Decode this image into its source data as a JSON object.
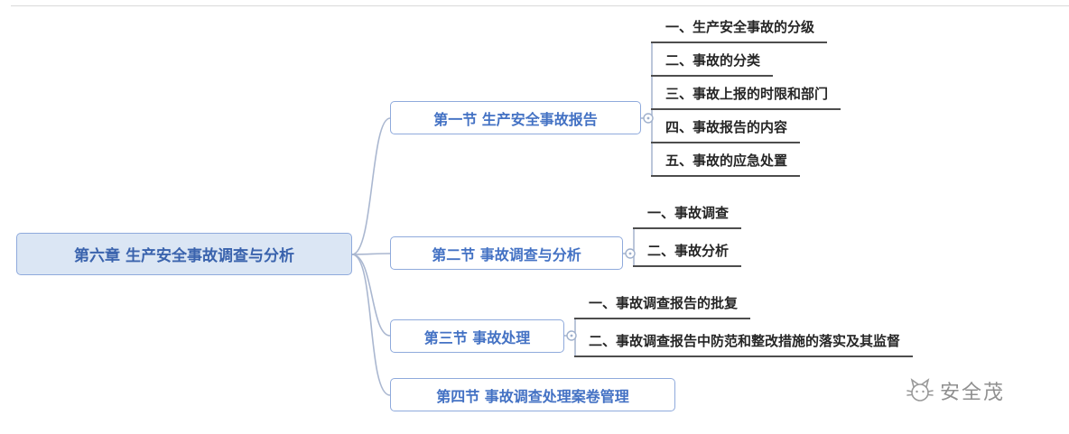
{
  "root": {
    "label": "第六章 生产安全事故调查与分析"
  },
  "branches": [
    {
      "label": "第一节 生产安全事故报告",
      "children": [
        "一、生产安全事故的分级",
        "二、事故的分类",
        "三、事故上报的时限和部门",
        "四、事故报告的内容",
        "五、事故的应急处置"
      ]
    },
    {
      "label": "第二节 事故调查与分析",
      "children": [
        "一、事故调查",
        "二、事故分析"
      ]
    },
    {
      "label": "第三节 事故处理",
      "children": [
        "一、事故调查报告的批复",
        "二、事故调查报告中防范和整改措施的落实及其监督"
      ]
    },
    {
      "label": "第四节 事故调查处理案卷管理",
      "children": []
    }
  ],
  "watermark": {
    "label": "安全茂"
  },
  "icons": {
    "collapse": "circle-dot-collapse-icon",
    "logo": "cat-face-logo-icon"
  },
  "colors": {
    "node_border": "#8faadc",
    "root_fill": "#dbe6f4",
    "node_text": "#4472c4",
    "connector": "#aab7d0",
    "underline": "#4d4d4d",
    "watermark": "#8f8f8f"
  }
}
